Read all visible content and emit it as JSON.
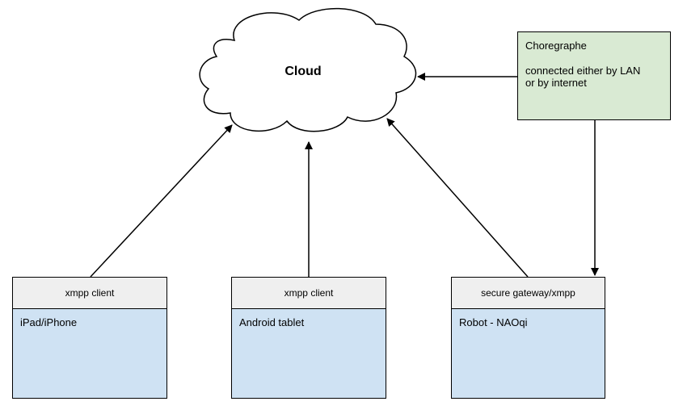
{
  "cloud": {
    "label": "Cloud"
  },
  "choregraphe": {
    "title": "Choregraphe",
    "note_line1": "connected either by LAN",
    "note_line2": "or by internet",
    "fill_color": "#d9ead3"
  },
  "clients": [
    {
      "header": "xmpp client",
      "body": "iPad/iPhone"
    },
    {
      "header": "xmpp client",
      "body": "Android tablet"
    },
    {
      "header": "secure gateway/xmpp",
      "body": "Robot - NAOqi"
    }
  ],
  "colors": {
    "header_fill": "#efefef",
    "body_fill": "#cfe2f3",
    "line": "#000000"
  }
}
